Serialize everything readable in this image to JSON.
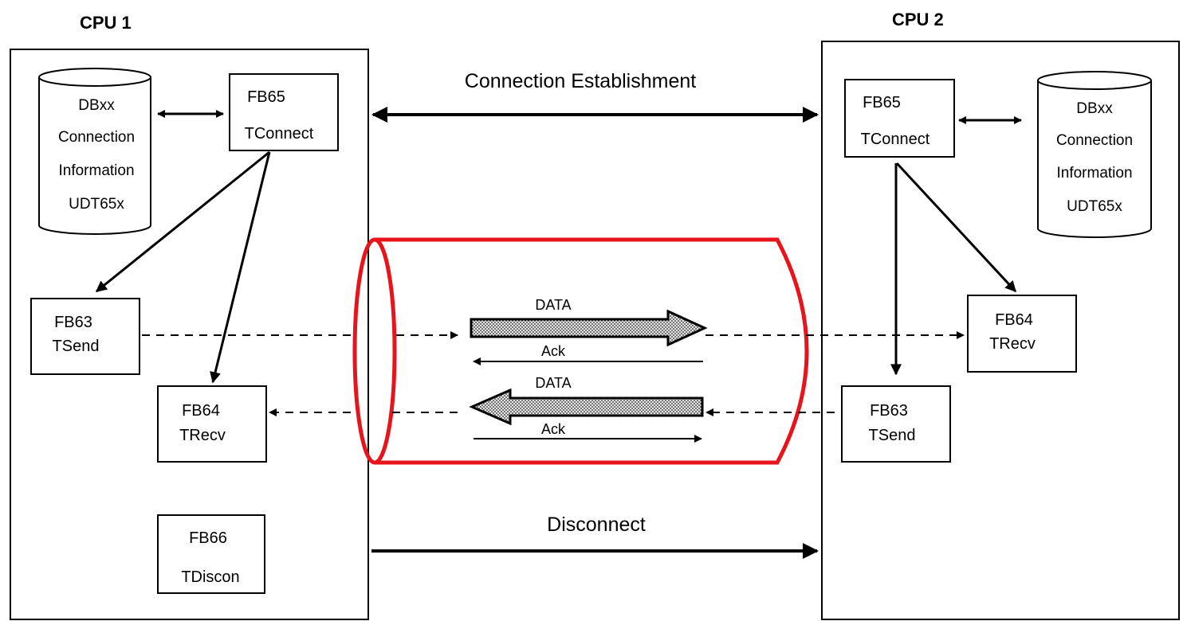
{
  "cpu1": {
    "title": "CPU 1",
    "db": [
      "DBxx",
      "Connection",
      "Information",
      "UDT65x"
    ],
    "tconnect": [
      "FB65",
      "TConnect"
    ],
    "tsend": [
      "FB63",
      "TSend"
    ],
    "trecv": [
      "FB64",
      "TRecv"
    ],
    "tdiscon": [
      "FB66",
      "TDiscon"
    ]
  },
  "cpu2": {
    "title": "CPU 2",
    "db": [
      "DBxx",
      "Connection",
      "Information",
      "UDT65x"
    ],
    "tconnect": [
      "FB65",
      "TConnect"
    ],
    "trecv": [
      "FB64",
      "TRecv"
    ],
    "tsend": [
      "FB63",
      "TSend"
    ]
  },
  "links": {
    "connection": "Connection Establishment",
    "disconnect": "Disconnect",
    "data_top": "DATA",
    "ack_top": "Ack",
    "data_bottom": "DATA",
    "ack_bottom": "Ack"
  },
  "colors": {
    "tube": "#e8141b",
    "line": "#000000",
    "data_fill": "#c8c8c8"
  }
}
